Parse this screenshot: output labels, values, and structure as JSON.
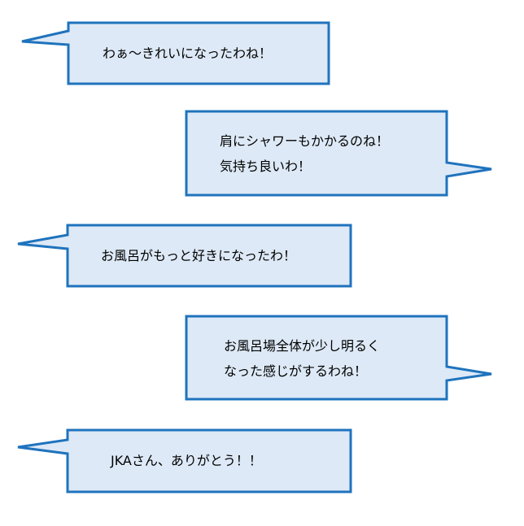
{
  "colors": {
    "bubble_fill": "#dde9f6",
    "bubble_border": "#1f73bd",
    "text": "#000000",
    "background": "#ffffff"
  },
  "bubbles": [
    {
      "tail": "left",
      "lines": [
        "わぁ～きれいになったわね！"
      ]
    },
    {
      "tail": "right",
      "lines": [
        "肩にシャワーもかかるのね！",
        "気持ち良いわ！"
      ]
    },
    {
      "tail": "left",
      "lines": [
        "お風呂がもっと好きになったわ！"
      ]
    },
    {
      "tail": "right",
      "lines": [
        "お風呂場全体が少し明るく",
        "なった感じがするわね！"
      ]
    },
    {
      "tail": "left",
      "lines": [
        "JKAさん、ありがとう！！"
      ]
    }
  ]
}
